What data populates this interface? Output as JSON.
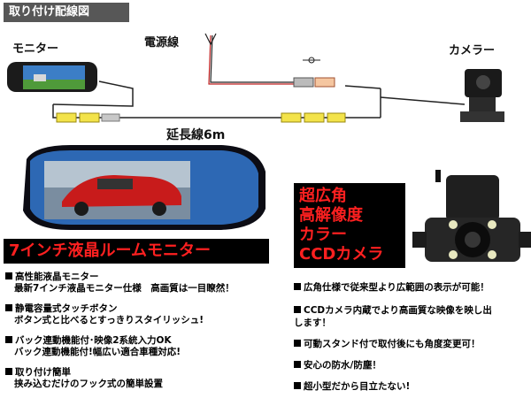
{
  "header": {
    "title": "取り付け配線図"
  },
  "diagram": {
    "monitor_label": "モニター",
    "power_label": "電源線",
    "camera_label": "カメラー",
    "extension_label": "延長線6m"
  },
  "product": {
    "monitor_banner": "7インチ液晶ルームモニター",
    "camera_banner_lines": [
      "超広角",
      "高解像度",
      "カラー",
      "CCDカメラ"
    ]
  },
  "monitor_features": [
    {
      "title": "高性能液晶モニター",
      "sub": "最新7インチ液晶モニター仕様　高画質は一目瞭然！"
    },
    {
      "title": "静電容量式タッチボタン",
      "sub": "ボタン式と比べるとすっきりスタイリッシュ!"
    },
    {
      "title": "バック連動機能付･映像2系統入力OK",
      "sub": "バック連動機能付!幅広い適合車種対応!"
    },
    {
      "title": "取り付け簡単",
      "sub": "挟み込むだけのフック式の簡単設置"
    }
  ],
  "camera_features": [
    {
      "line1": "広角仕様で従来型より広範囲の表示が可能！",
      "line2": ""
    },
    {
      "line1": "CCDカメラ内蔵でより高画質な映像を映し出",
      "line2": "します！"
    },
    {
      "line1": "可動スタンド付で取付後にも角度変更可！",
      "line2": ""
    },
    {
      "line1": "安心の防水/防塵！",
      "line2": ""
    },
    {
      "line1": "超小型だから目立たない!",
      "line2": ""
    }
  ]
}
